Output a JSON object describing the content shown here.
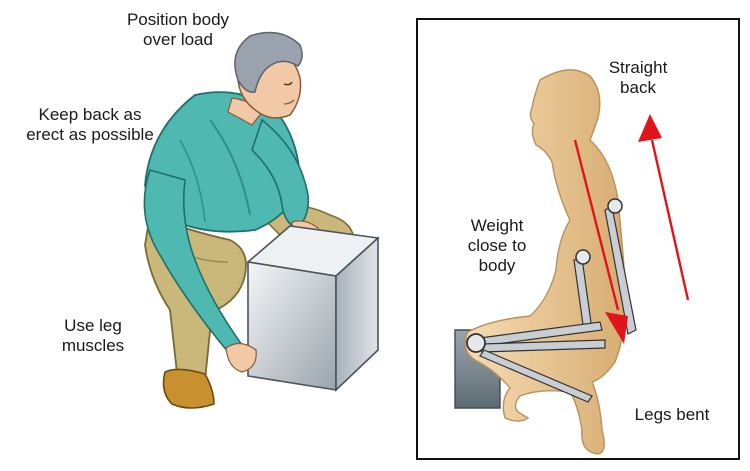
{
  "left_figure": {
    "labels": {
      "position_body": [
        "Position body",
        "over load"
      ],
      "keep_back": [
        "Keep back as",
        "erect as possible"
      ],
      "use_leg": [
        "Use leg",
        "muscles"
      ]
    }
  },
  "right_figure": {
    "labels": {
      "straight_back": [
        "Straight",
        "back"
      ],
      "weight_close": [
        "Weight",
        "close to",
        "body"
      ],
      "legs_bent": [
        "Legs bent"
      ]
    }
  },
  "colors": {
    "shirt": "#4fb8b0",
    "shirt_shadow": "#2f8f8a",
    "pants": "#c9b87a",
    "pants_shadow": "#9c8a4e",
    "skin": "#f2c9a6",
    "hair": "#9aa3ad",
    "box_light": "#e4e8ec",
    "box_dark": "#8a949c",
    "shoe": "#c8902f",
    "silhouette": "#e9c99a",
    "arrow_red": "#e0141a",
    "bone": "#c9ced4"
  }
}
